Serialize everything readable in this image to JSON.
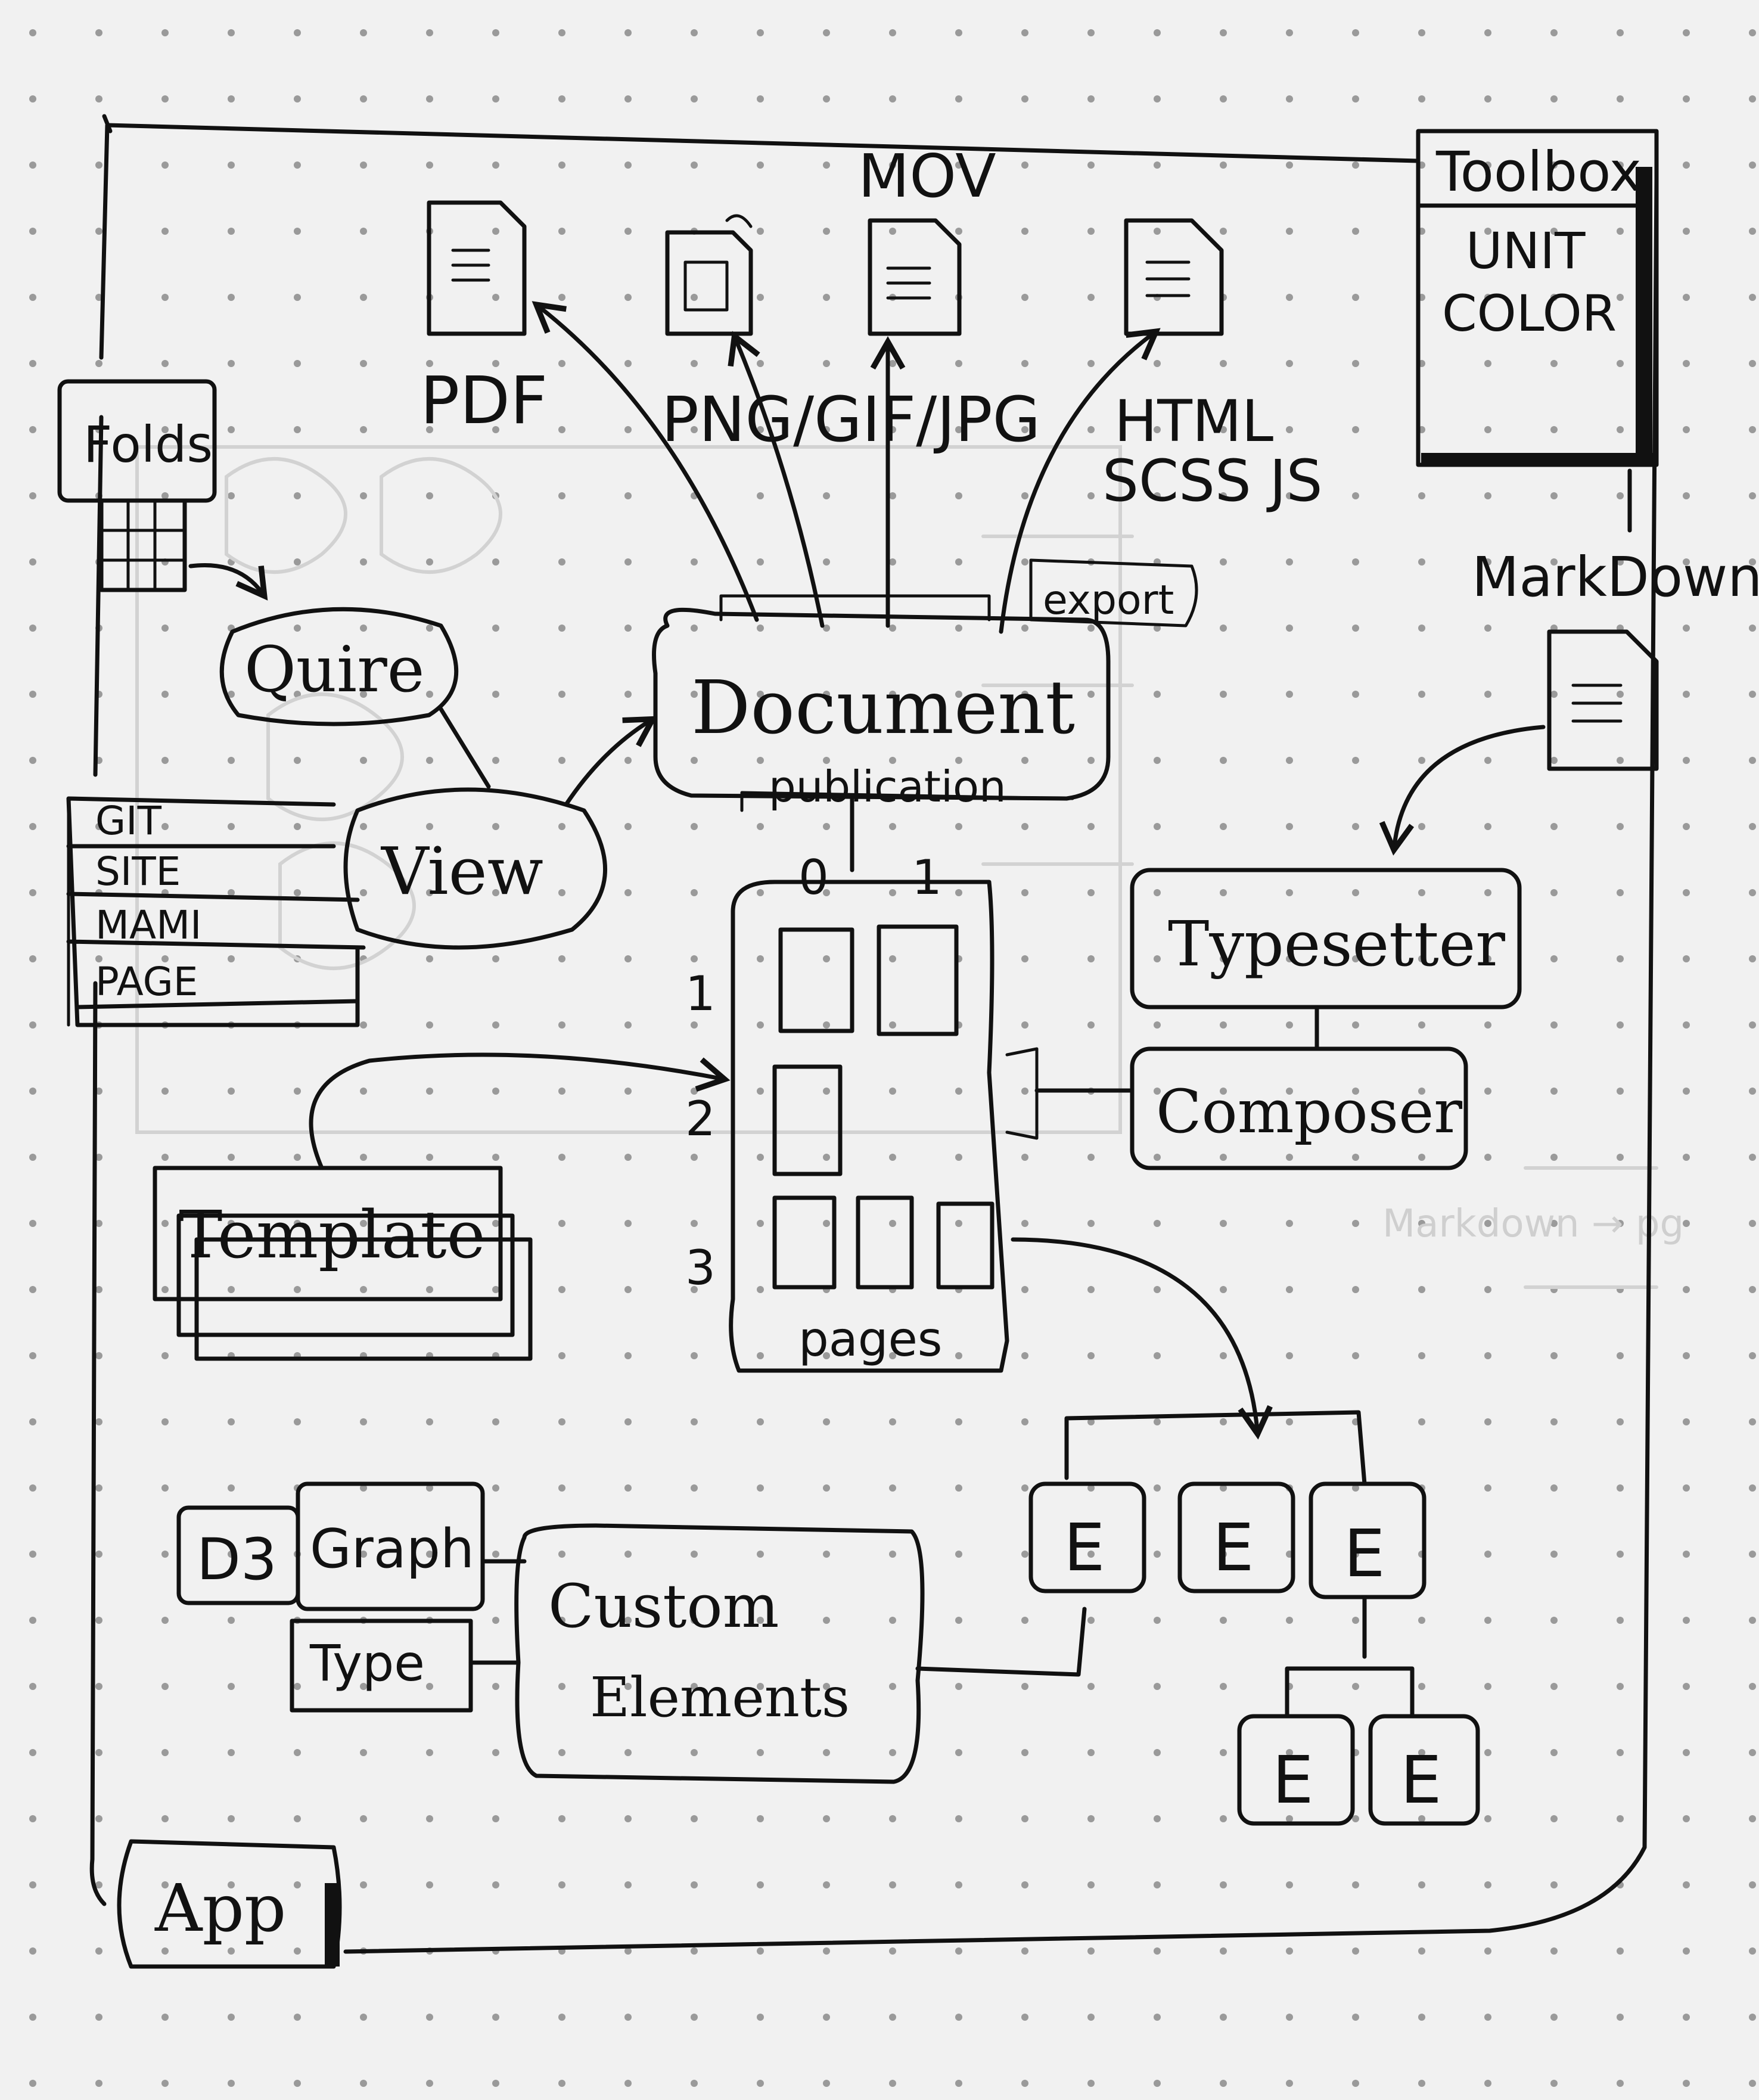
{
  "outputs": {
    "pdf": "PDF",
    "png": "PNG/GIF/JPG",
    "mov": "MOV",
    "html_line1": "HTML",
    "html_line2": "SCSS JS"
  },
  "toolbox": {
    "title": "Toolbox",
    "items": [
      "UNIT",
      "COLOR"
    ]
  },
  "markdown": "MarkDown",
  "export": "export",
  "document": {
    "title": "Document",
    "subtitle": "publication"
  },
  "folds": "Folds",
  "quire": "Quire",
  "view": "View",
  "view_stack": [
    "GIT",
    "SITE",
    "MAMI",
    "PAGE"
  ],
  "pages": {
    "label": "pages",
    "columns": [
      "0",
      "1"
    ],
    "rows": [
      "1",
      "2",
      "3"
    ]
  },
  "typesetter": "Typesetter",
  "composer": "Composer",
  "template": "Template",
  "custom_elements": {
    "line1": "Custom",
    "line2": "Elements"
  },
  "d3": "D3",
  "graph": "Graph",
  "type": "Type",
  "element_letter": "E",
  "app": "App",
  "ghost_note": "Markdown → pg"
}
